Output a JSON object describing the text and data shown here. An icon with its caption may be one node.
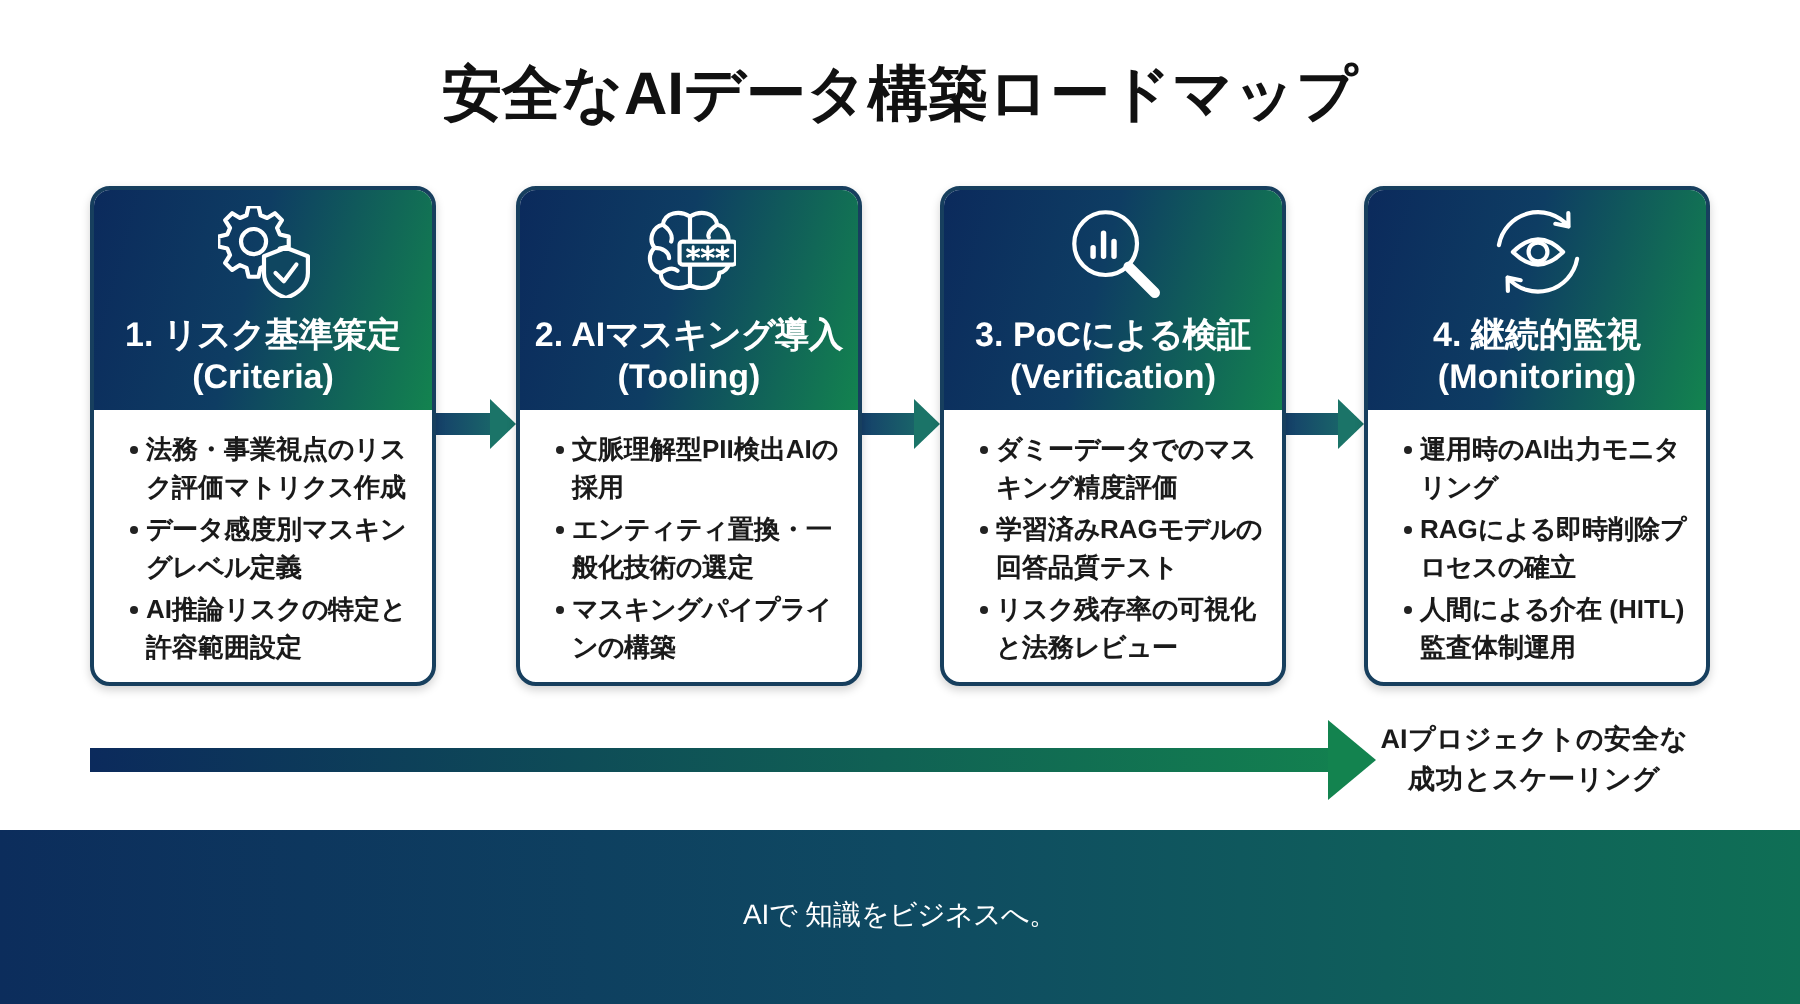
{
  "diagram": {
    "title": "安全なAIデータ構築ロードマップ",
    "nodes": [
      {
        "text": [
          "1. リスク基準策定 (Criteria)",
          "法務・事業視点のリスク評価マトリクス作成",
          "データ感度別マスキングレベル定義",
          "AI推論リスクの特定と許容範囲設定"
        ]
      },
      {
        "text": [
          "2. AIマスキング導入 (Tooling)",
          "文脈理解型PII検出AIの採用",
          "エンティティ置換・一般化技術の選定",
          "マスキングパイプラインの構築"
        ]
      },
      {
        "text": [
          "3. PoCによる検証 (Verification)",
          "ダミーデータでのマスキング精度評価",
          "学習済みRAGモデルの回答品質テスト",
          "リスク残存率の可視化と法務レビュー"
        ]
      },
      {
        "text": [
          "4. 継続的監視 (Monitoring)",
          "運用時のAI出力モニタリング",
          "RAGによる即時削除プロセスの確立",
          "人間による介在 (HITL) 監査体制運用"
        ]
      },
      {
        "text": [
          "AIプロジェクトの安全な成功とスケーリング"
        ]
      },
      {
        "text": [
          "AIで 知識をビジネスへ。"
        ]
      }
    ],
    "edges": [
      {
        "from": 0,
        "to": 1,
        "arrow": "to",
        "style": "thick"
      },
      {
        "from": 1,
        "to": 2,
        "arrow": "to",
        "style": "thick"
      },
      {
        "from": 2,
        "to": 3,
        "arrow": "to",
        "style": "thick"
      },
      {
        "from": null,
        "to": 4,
        "arrow": "to",
        "style": "thick"
      }
    ]
  }
}
